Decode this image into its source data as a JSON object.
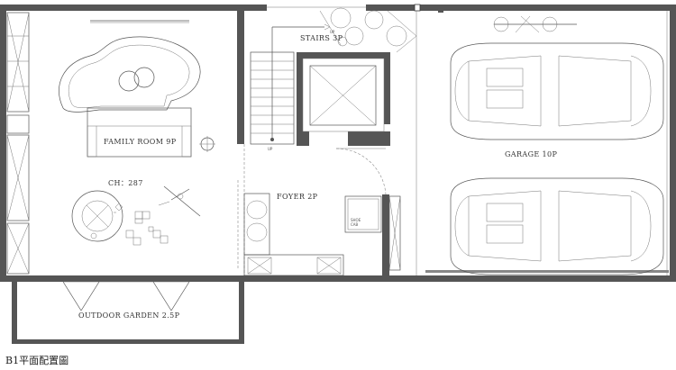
{
  "plan_title": "B1平面配置圖",
  "rooms": {
    "family_room": "FAMILY ROOM  9P",
    "ceiling_height": "CH：287",
    "stairs": "STAIRS  3P",
    "stair_up_left": "UP",
    "stair_up_right": "UP",
    "foyer": "FOYER 2P",
    "garage": "GARAGE  10P",
    "outdoor_garden": "OUTDOOR GARDEN  2.5P"
  },
  "colors": {
    "wall": "#555555",
    "line": "#555555",
    "background": "#ffffff"
  }
}
